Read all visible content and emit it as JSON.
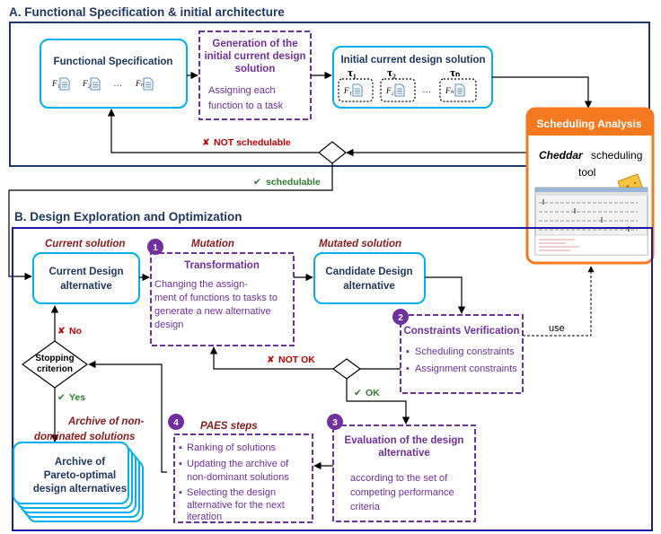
{
  "sectionA": {
    "title": "A. Functional Specification & initial architecture",
    "functional_spec": {
      "title": "Functional Specification",
      "f1": "F₁",
      "f2": "F₂",
      "dots": "…",
      "fn": "Fₙ"
    },
    "generation": {
      "title_l1": "Generation of the",
      "title_l2": "initial current design",
      "title_l3": "solution",
      "text_l1": "Assigning each",
      "text_l2": "function to a task"
    },
    "initial_solution": {
      "title": "Initial current design solution",
      "tau1": "τ₁",
      "tau2": "τ₂",
      "taun": "τₙ",
      "f1": "F₁",
      "f2": "F₂",
      "dots": "…",
      "fn": "Fₙ"
    },
    "not_schedulable": "NOT schedulable",
    "schedulable": "schedulable"
  },
  "scheduling": {
    "title": "Scheduling Analysis",
    "cheddar": "Cheddar",
    "text_l1": "scheduling",
    "text_l2": "tool"
  },
  "sectionB": {
    "title": "B. Design Exploration and Optimization",
    "current_solution_label": "Current solution",
    "mutation_label": "Mutation",
    "mutated_solution_label": "Mutated solution",
    "current_design": {
      "l1": "Current Design",
      "l2": "alternative"
    },
    "transformation": {
      "title": "Transformation",
      "l1": "Changing the assign-",
      "l2": "ment of functions to tasks to",
      "l3": "generate a new alternative",
      "l4": "design"
    },
    "candidate": {
      "l1": "Candidate Design",
      "l2": "alternative"
    },
    "constraints": {
      "title": "Constraints Verification",
      "i1": "Scheduling constraints",
      "i2": "Assignment constraints"
    },
    "use": "use",
    "no": "No",
    "not_ok": "NOT OK",
    "ok": "OK",
    "yes": "Yes",
    "stopping": {
      "l1": "Stopping",
      "l2": "criterion"
    },
    "archive_label": {
      "l1": "Archive of non-",
      "l2": "dominated solutions"
    },
    "archive": {
      "l1": "Archive of",
      "l2": "Pareto-optimal",
      "l3": "design alternatives"
    },
    "paes_label": "PAES steps",
    "paes": {
      "i1": "Ranking of solutions",
      "i2a": "Updating the archive of",
      "i2b": "non-dominant solutions",
      "i3a": "Selecting the design",
      "i3b": "alternative for the next",
      "i3c": "iteration"
    },
    "evaluation": {
      "t1": "Evaluation of the design",
      "t2": "alternative",
      "l1": "according to the set of",
      "l2": "competing performance",
      "l3": "criteria"
    },
    "badges": {
      "b1": "1",
      "b2": "2",
      "b3": "3",
      "b4": "4"
    }
  },
  "colors": {
    "navy": "#1f3864",
    "blue_box": "#00b0f0",
    "purple": "#7030a0",
    "orange": "#f47920",
    "red": "#c00000",
    "green": "#2e7d32"
  }
}
